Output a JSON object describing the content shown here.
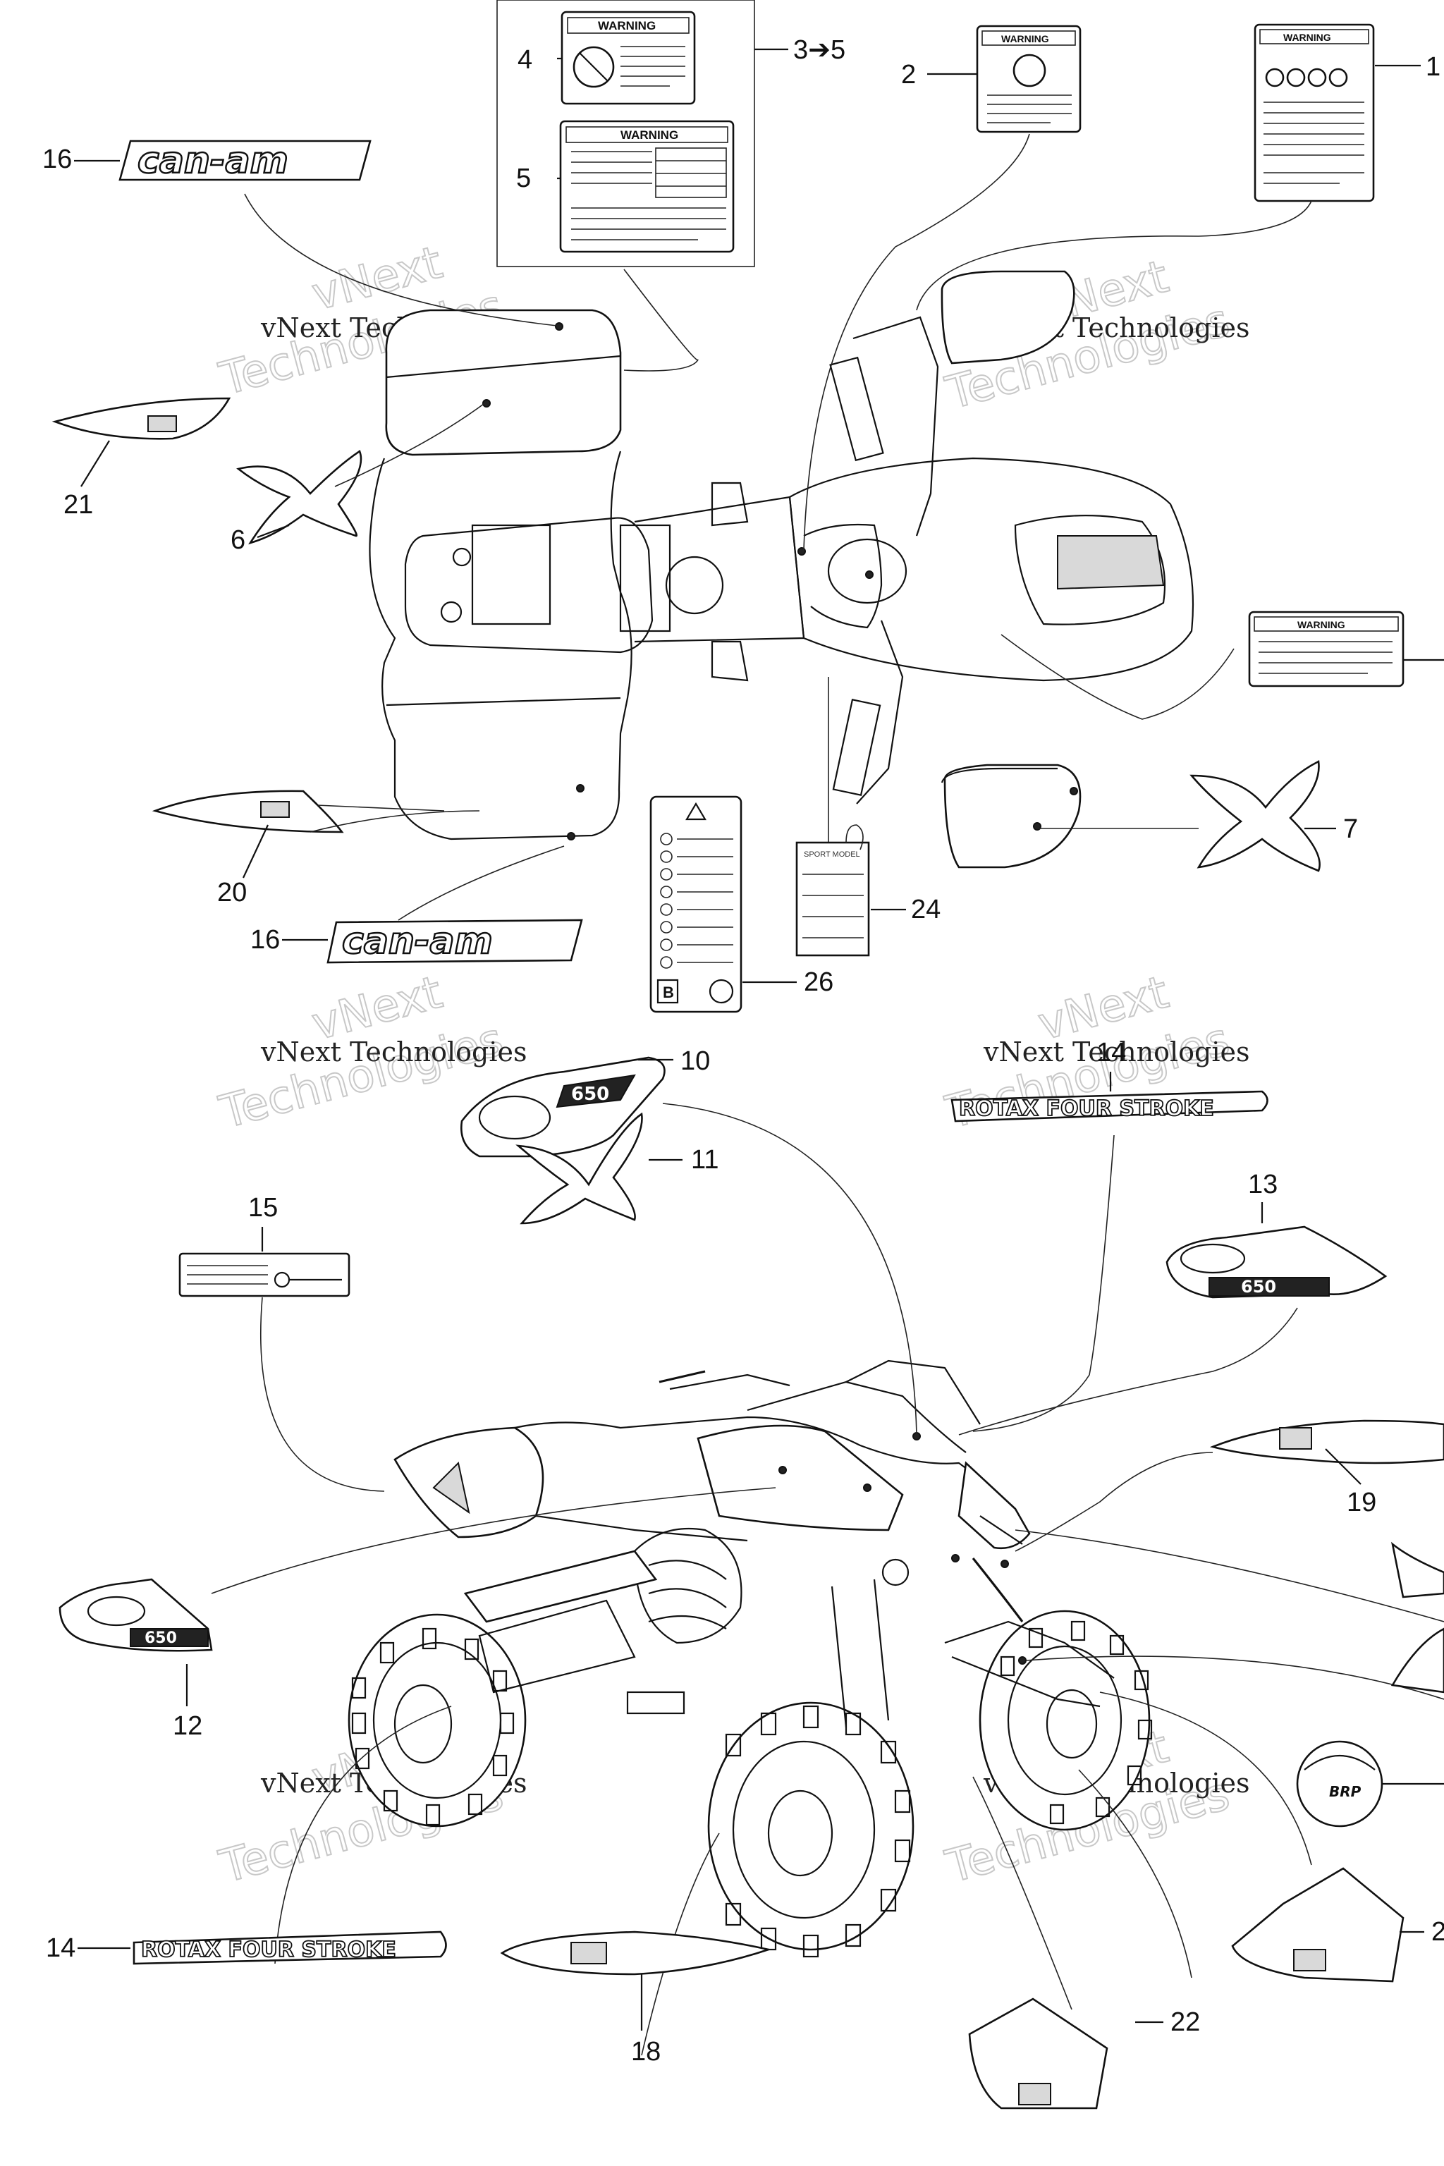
{
  "callouts": {
    "c1": "1",
    "c2": "2",
    "c3to5": "3➔5",
    "c4": "4",
    "c5": "5",
    "c6": "6",
    "c7": "7",
    "c10": "10",
    "c11": "11",
    "c12": "12",
    "c13": "13",
    "c14a": "14",
    "c14b": "14",
    "c15": "15",
    "c16a": "16",
    "c16b": "16",
    "c18": "18",
    "c19": "19",
    "c20": "20",
    "c21": "21",
    "c22": "22",
    "c23": "2",
    "c24": "24",
    "c26": "26"
  },
  "labels": {
    "warning": "WARNING",
    "brand_logo": "can-am",
    "engine_logo": "ROTAX FOUR STROKE",
    "model_badge": "650",
    "brp": "BRP",
    "tire_label": "B",
    "hang_tag": "SPORT MODEL"
  },
  "watermark": {
    "line1": "vNext Technologies",
    "ghost_top": "vNext",
    "ghost_bottom": "Technologies"
  }
}
